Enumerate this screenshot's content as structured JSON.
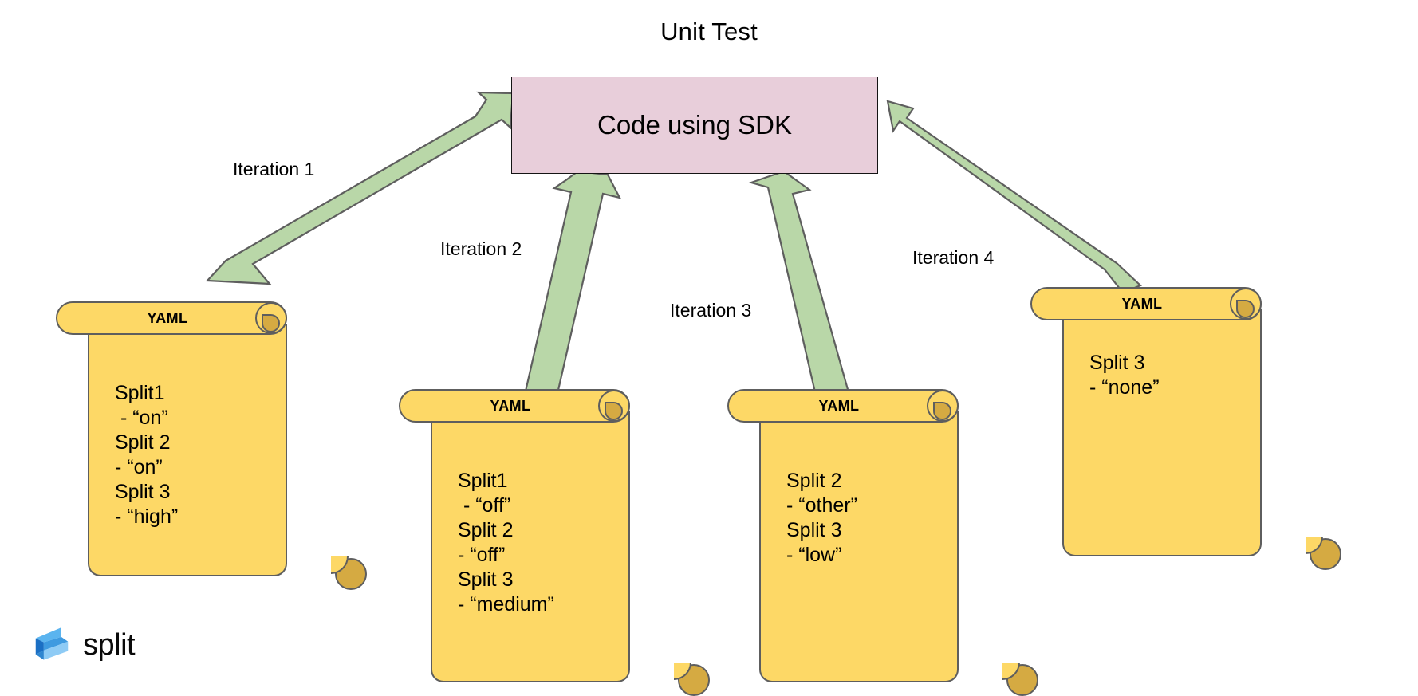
{
  "diagram": {
    "title": "Unit Test",
    "center_node": {
      "label": "Code using SDK",
      "fill": "#e8ceda",
      "stroke": "#141414"
    },
    "arrow": {
      "fill": "#b9d7a8",
      "stroke": "#5e5e5e"
    },
    "scroll_style": {
      "fill": "#fdd866",
      "curl_fill": "#d5aa42",
      "stroke": "#5e5e5e"
    },
    "edges": [
      {
        "label": "Iteration 1",
        "from": "yaml-1",
        "to": "code-using-sdk"
      },
      {
        "label": "Iteration 2",
        "from": "yaml-2",
        "to": "code-using-sdk"
      },
      {
        "label": "Iteration 3",
        "from": "yaml-3",
        "to": "code-using-sdk"
      },
      {
        "label": "Iteration 4",
        "from": "yaml-4",
        "to": "code-using-sdk"
      }
    ],
    "scrolls": [
      {
        "header": "YAML",
        "lines": "Split1\n - “on”\nSplit 2\n- “on”\nSplit 3\n- “high”"
      },
      {
        "header": "YAML",
        "lines": "Split1\n - “off”\nSplit 2\n- “off”\nSplit 3\n- “medium”"
      },
      {
        "header": "YAML",
        "lines": "Split 2\n- “other”\nSplit 3\n- “low”"
      },
      {
        "header": "YAML",
        "lines": "Split 3\n- “none”"
      }
    ]
  },
  "branding": {
    "logo_icon": "split-chevron-logo",
    "wordmark": "split",
    "colors": {
      "light_blue": "#5bb4ef",
      "mid_blue": "#3e9ae0",
      "deep_blue": "#1b6fc4",
      "pale_blue": "#8ecbf5"
    }
  }
}
